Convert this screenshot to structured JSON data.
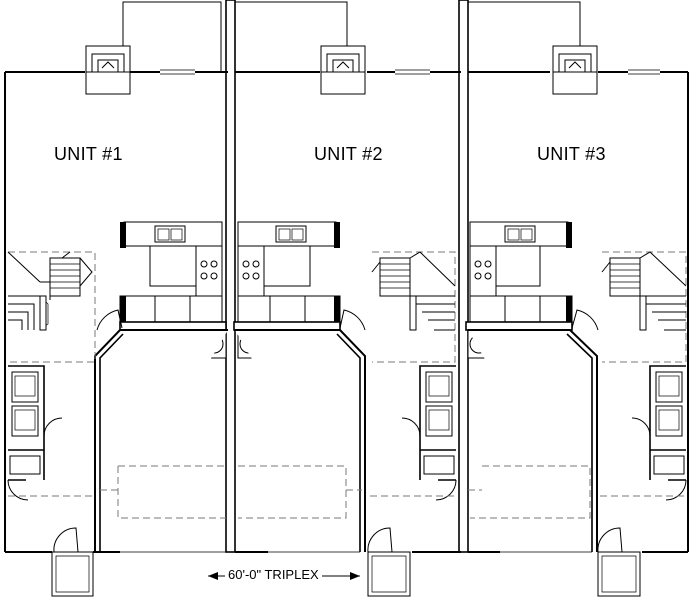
{
  "units": [
    {
      "label": "UNIT #1"
    },
    {
      "label": "UNIT #2"
    },
    {
      "label": "UNIT #3"
    }
  ],
  "dimension_label": "60'-0\" TRIPLEX"
}
